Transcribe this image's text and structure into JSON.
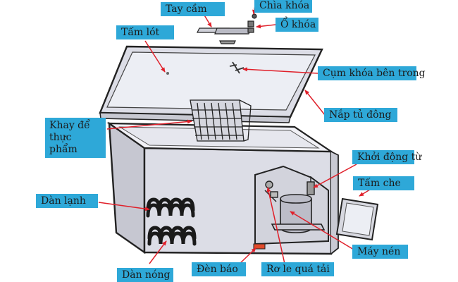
{
  "labels": {
    "tay_cam": "Tay cầm",
    "chia_khoa": "Chìa khóa",
    "o_khoa": "Ổ khóa",
    "tam_lot": "Tấm lót",
    "cum_khoa": "Cụm khóa bên trong",
    "nap_tu": "Nắp tủ đông",
    "khay_line1": "Khay để",
    "khay_line2": "thực phẩm",
    "khoi_dong_tu": "Khởi động từ",
    "tam_che": "Tấm che",
    "dan_lanh": "Dàn lạnh",
    "may_nen": "Máy nén",
    "dan_nong": "Dàn nóng",
    "den_bao": "Đèn báo",
    "ro_le": "Rơ le quá tải"
  },
  "colors": {
    "label_bg": "#2ea8d8",
    "leader": "#e0202a",
    "outline": "#222222",
    "body_fill": "#dcdde6",
    "interior_fill": "#f1f1f6",
    "coil": "#1a1a1a",
    "lamp": "#e04a2a"
  }
}
